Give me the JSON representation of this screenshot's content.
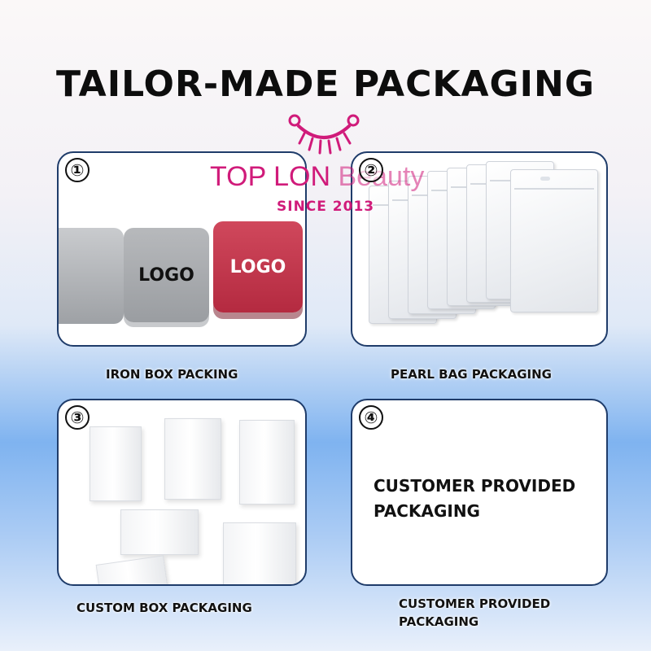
{
  "title": "TAILOR-MADE PACKAGING",
  "watermark": {
    "brand_strong": "TOP LON ",
    "brand_light": "Beauty",
    "since": "SINCE 2013",
    "color": "#d01b7a"
  },
  "panels": [
    {
      "number": "①",
      "caption": "IRON BOX PACKING",
      "tins": [
        "LOGO",
        "LOGO"
      ]
    },
    {
      "number": "②",
      "caption": "PEARL BAG PACKAGING"
    },
    {
      "number": "③",
      "caption": "CUSTOM BOX PACKAGING"
    },
    {
      "number": "④",
      "caption_line1": "CUSTOMER PROVIDED",
      "caption_line2": "PACKAGING",
      "body_line1": "CUSTOMER PROVIDED",
      "body_line2": "PACKAGING"
    }
  ],
  "colors": {
    "panel_border": "#1f3c6a",
    "tin_silver": "#a9acb0",
    "tin_red": "#c3354a"
  }
}
